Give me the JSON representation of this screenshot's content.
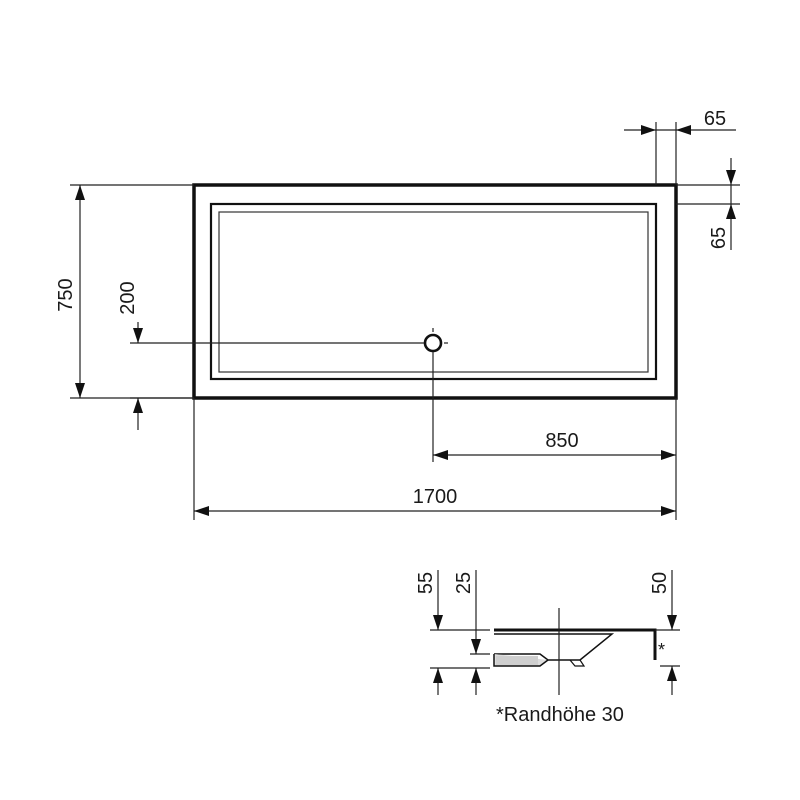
{
  "plan": {
    "width_label": "1700",
    "depth_label": "750",
    "drain_x_label": "850",
    "drain_y_label": "200",
    "rim_top_label": "65",
    "rim_side_label": "65"
  },
  "section": {
    "height_total_label": "55",
    "height_floor_label": "25",
    "height_edge_label": "50",
    "edge_marker": "*",
    "footnote": "*Randhöhe 30"
  }
}
